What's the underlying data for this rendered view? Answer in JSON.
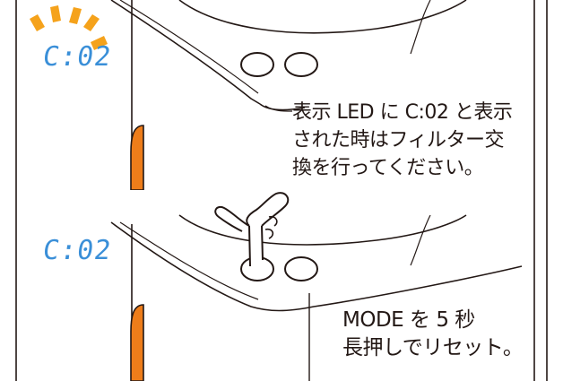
{
  "step1": {
    "display": "C:02",
    "caption_lines": [
      "表示 LED に C:02 と表示",
      "された時はフィルター交",
      "換を行ってください。"
    ]
  },
  "step2": {
    "display": "C:02",
    "caption_lines": [
      "MODE を 5 秒",
      "長押しでリセット。"
    ]
  },
  "colors": {
    "led": "#3a8fd8",
    "flash": "#f5a21b",
    "orange_part": "#ee7d1a",
    "line": "#231815"
  }
}
